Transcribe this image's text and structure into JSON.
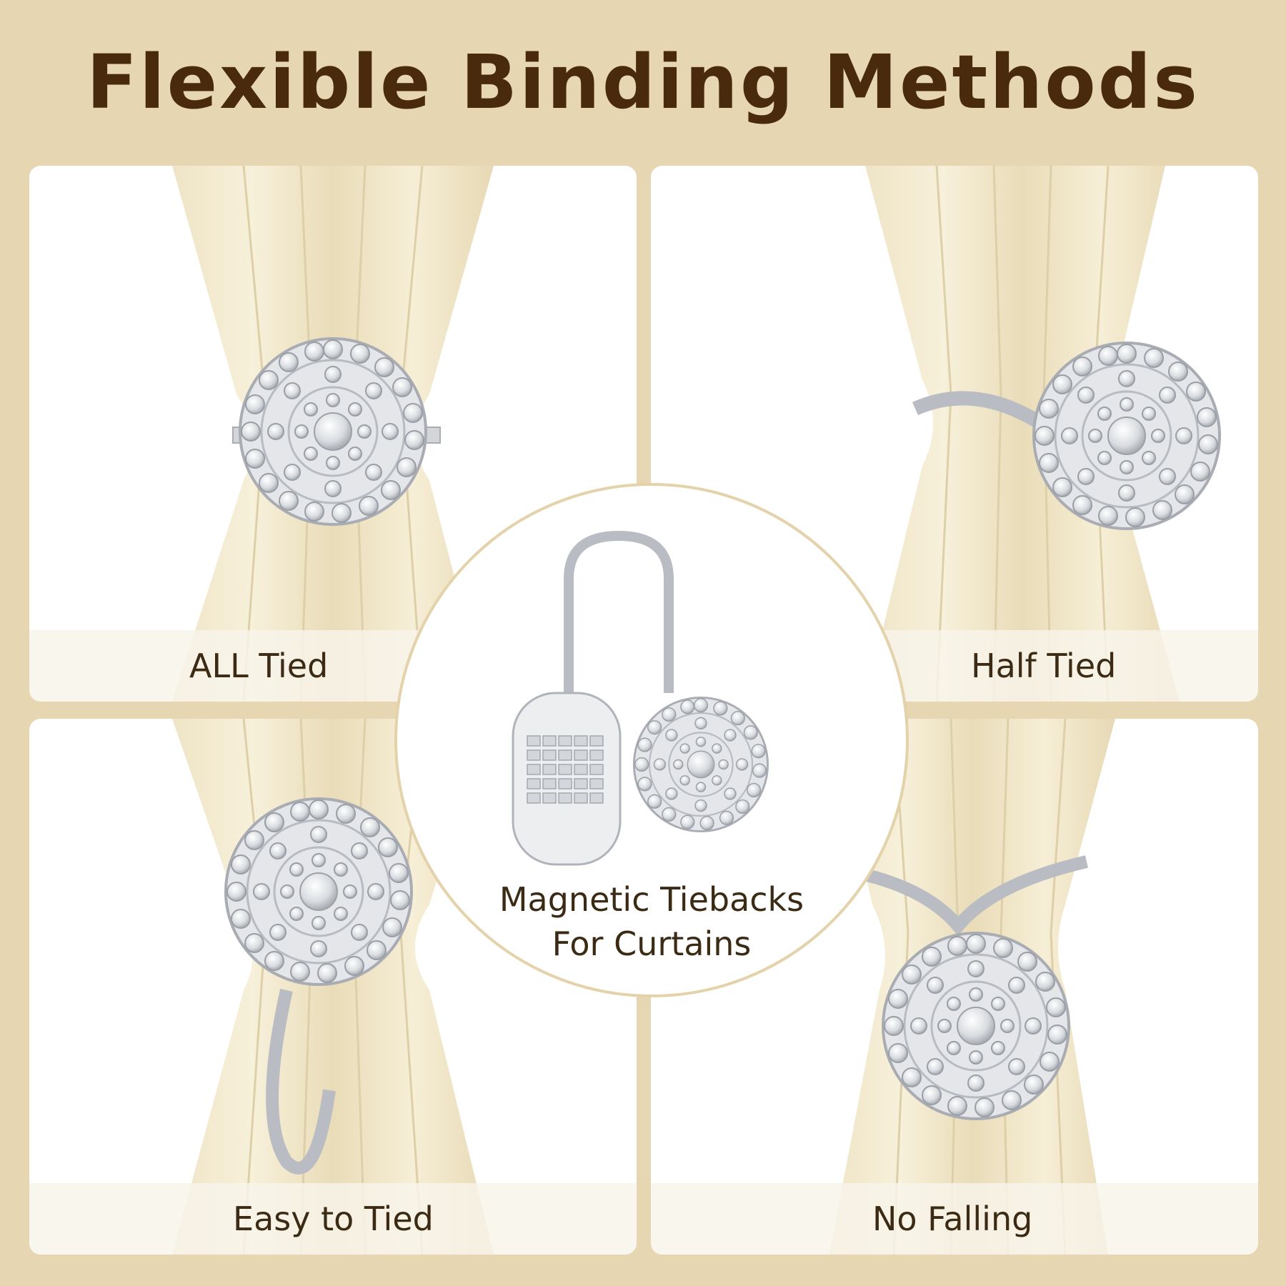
{
  "title": "Flexible Binding Methods",
  "panels": [
    {
      "caption": "ALL Tied"
    },
    {
      "caption": "Half Tied"
    },
    {
      "caption": "Easy to Tied"
    },
    {
      "caption": "No Falling"
    }
  ],
  "center": {
    "caption_line1": "Magnetic Tiebacks",
    "caption_line2": "For Curtains"
  },
  "colors": {
    "background": "#e6d6b2",
    "title": "#4a2a0c",
    "curtain": "#f2e9cf",
    "silver": "#cfd1d4"
  }
}
